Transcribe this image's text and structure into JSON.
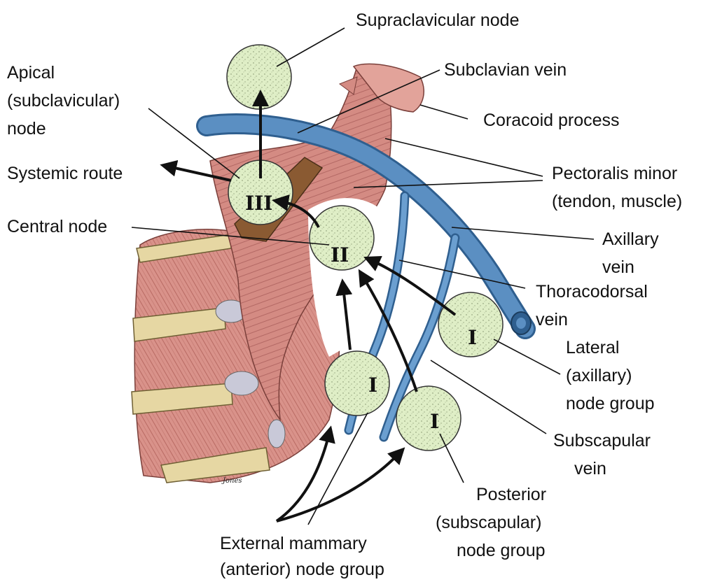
{
  "labels": {
    "supraclavicular": "Supraclavicular node",
    "apical": [
      "Apical",
      "(subclavicular)",
      "node"
    ],
    "subclavian_vein": "Subclavian vein",
    "coracoid": "Coracoid process",
    "systemic": "Systemic route",
    "pectoralis": [
      "Pectoralis minor",
      "(tendon, muscle)"
    ],
    "central": "Central node",
    "axillary_vein": [
      "Axillary",
      "vein"
    ],
    "thoracodorsal": [
      "Thoracodorsal",
      "vein"
    ],
    "lateral": [
      "Lateral",
      "(axillary)",
      "node group"
    ],
    "subscapular_vein": [
      "Subscapular",
      "vein"
    ],
    "posterior": [
      "Posterior",
      "(subscapular)",
      "node group"
    ],
    "external": [
      "External mammary",
      "(anterior) node group"
    ]
  },
  "node_marks": {
    "apical": "III",
    "central": "II",
    "lateral": "I",
    "external": "I",
    "posterior": "I"
  },
  "signature": "Jones",
  "colors": {
    "muscle": "#d9928a",
    "muscle_dark": "#b86a63",
    "vein": "#5b8fc2",
    "vein_dark": "#2f5f8f",
    "node": "#dfeec6",
    "bone": "#e6d7a3",
    "tendon": "#8a5a32"
  }
}
